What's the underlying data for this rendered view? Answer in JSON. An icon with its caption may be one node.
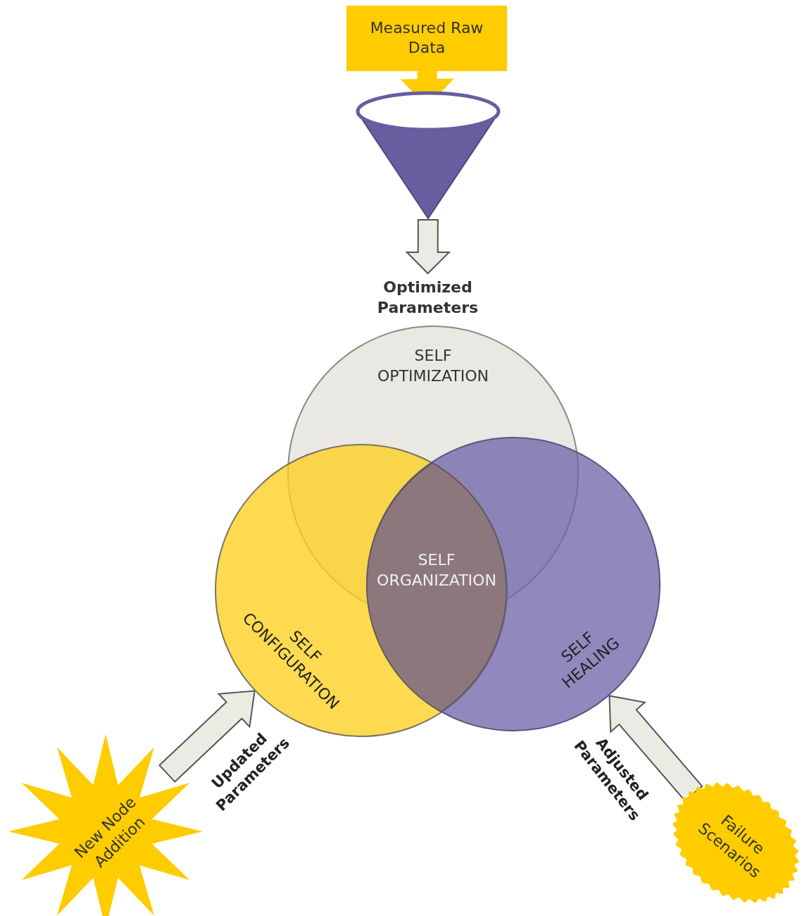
{
  "diagram": {
    "nodes": [
      {
        "text": [
          "Measured Raw Data"
        ]
      },
      {
        "text": [],
        "shape": "funnel"
      },
      {
        "text": [
          "Optimized Parameters"
        ]
      },
      {
        "text": [
          "SELF OPTIMIZATION"
        ]
      },
      {
        "text": [
          "SELF CONFIGURATION"
        ]
      },
      {
        "text": [
          "SELF HEALING"
        ]
      },
      {
        "text": [
          "SELF ORGANIZATION"
        ]
      },
      {
        "text": [
          "New Node Addition"
        ]
      },
      {
        "text": [
          "Failure Scenarios"
        ]
      }
    ],
    "edges": [
      {
        "from": 0,
        "to": 1,
        "arrow": "to",
        "color": "#ffcc00"
      },
      {
        "from": 1,
        "to": 2,
        "arrow": "to"
      },
      {
        "from": 7,
        "to": 4,
        "arrow": "to",
        "label": "Updated Parameters"
      },
      {
        "from": 8,
        "to": 5,
        "arrow": "to",
        "label": "Adjusted Parameters"
      }
    ]
  }
}
